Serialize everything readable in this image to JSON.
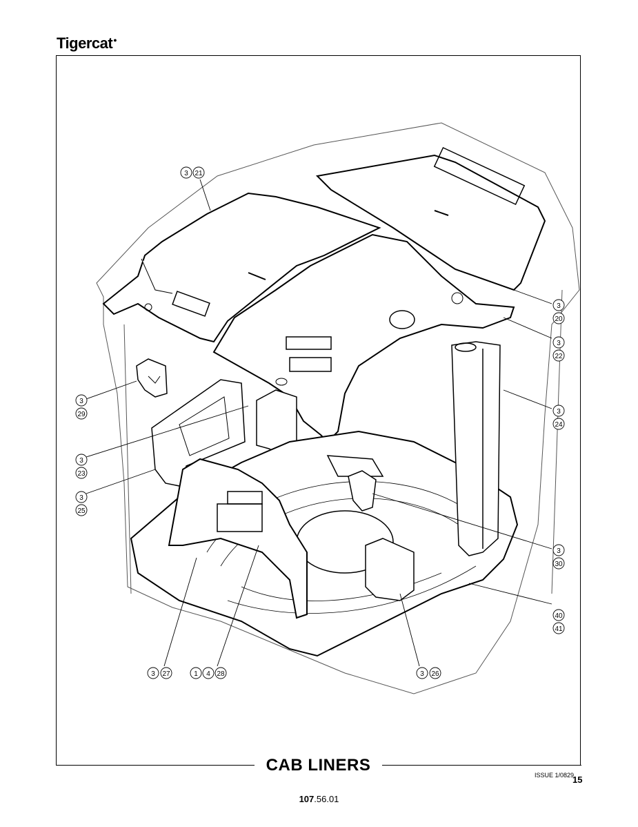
{
  "header": {
    "brand": "Tigercat"
  },
  "page_title": "CAB LINERS",
  "footer": {
    "issue": "ISSUE 1/0829",
    "page_number": "15",
    "doc_number_bold": "107",
    "doc_number_rest": ".56.01"
  },
  "callouts": {
    "c_3_21": [
      "3",
      "21"
    ],
    "c_3_20": [
      "3",
      "20"
    ],
    "c_3_22": [
      "3",
      "22"
    ],
    "c_3_29": [
      "3",
      "29"
    ],
    "c_3_24": [
      "3",
      "24"
    ],
    "c_3_23": [
      "3",
      "23"
    ],
    "c_3_25": [
      "3",
      "25"
    ],
    "c_3_30": [
      "3",
      "30"
    ],
    "c_40_41": [
      "40",
      "41"
    ],
    "c_3_27": [
      "3",
      "27"
    ],
    "c_1_4_28": [
      "1",
      "4",
      "28"
    ],
    "c_3_26": [
      "3",
      "26"
    ]
  }
}
